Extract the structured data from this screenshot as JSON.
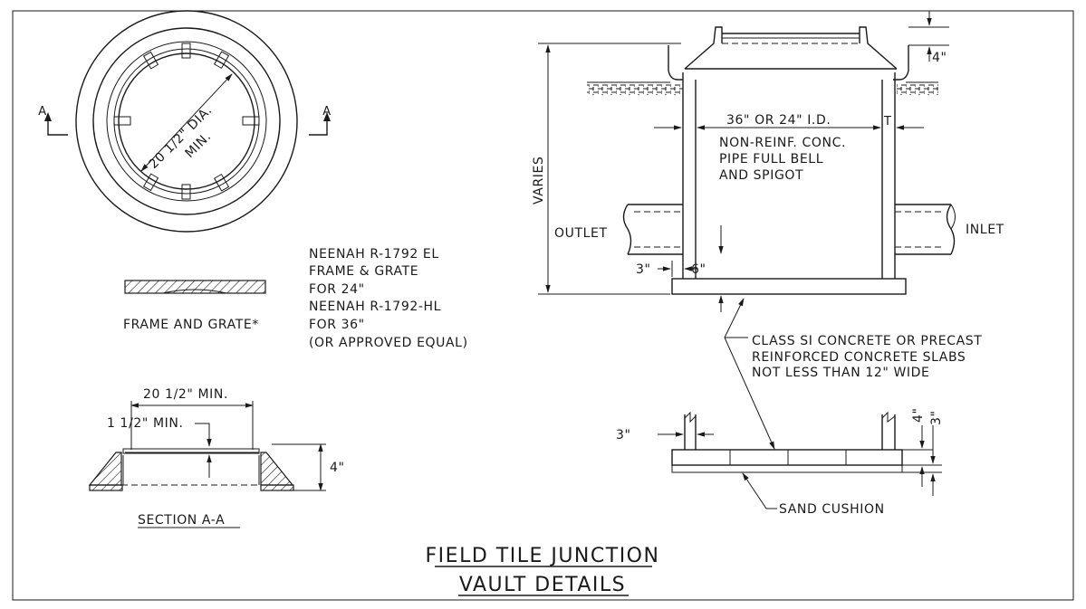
{
  "plan_view": {
    "diameter_label": "20 1/2\" DIA.",
    "min_label": "MIN.",
    "section_mark_left": "A",
    "section_mark_right": "A"
  },
  "frame_grate": {
    "label": "FRAME AND GRATE*",
    "notes": [
      "NEENAH R-1792 EL",
      "FRAME & GRATE",
      "FOR 24\"",
      "NEENAH R-1792-HL",
      "FOR 36\"",
      "(OR APPROVED EQUAL)"
    ]
  },
  "section_aa": {
    "width_label": "20 1/2\" MIN.",
    "lip_label": "1 1/2\" MIN.",
    "height_label": "4\"",
    "caption": "SECTION A-A"
  },
  "vault_elevation": {
    "top_dim": "4\"",
    "id_label": "36\" OR 24\" I.D.",
    "wall_label": "T",
    "pipe_note": [
      "NON-REINF. CONC.",
      "PIPE FULL BELL",
      "AND SPIGOT"
    ],
    "varies_label": "VARIES",
    "outlet_label": "OUTLET",
    "inlet_label": "INLET",
    "base_dim_left": "3\"",
    "base_dim_right": "6\""
  },
  "slab_note": [
    "CLASS SI CONCRETE OR PRECAST",
    "REINFORCED CONCRETE SLABS",
    "NOT LESS THAN 12\" WIDE"
  ],
  "base_detail": {
    "left_dim": "3\"",
    "dim_4": "4\"",
    "dim_3": "3\"",
    "sand_label": "SAND CUSHION"
  },
  "title": [
    "FIELD TILE JUNCTION",
    "VAULT DETAILS"
  ]
}
